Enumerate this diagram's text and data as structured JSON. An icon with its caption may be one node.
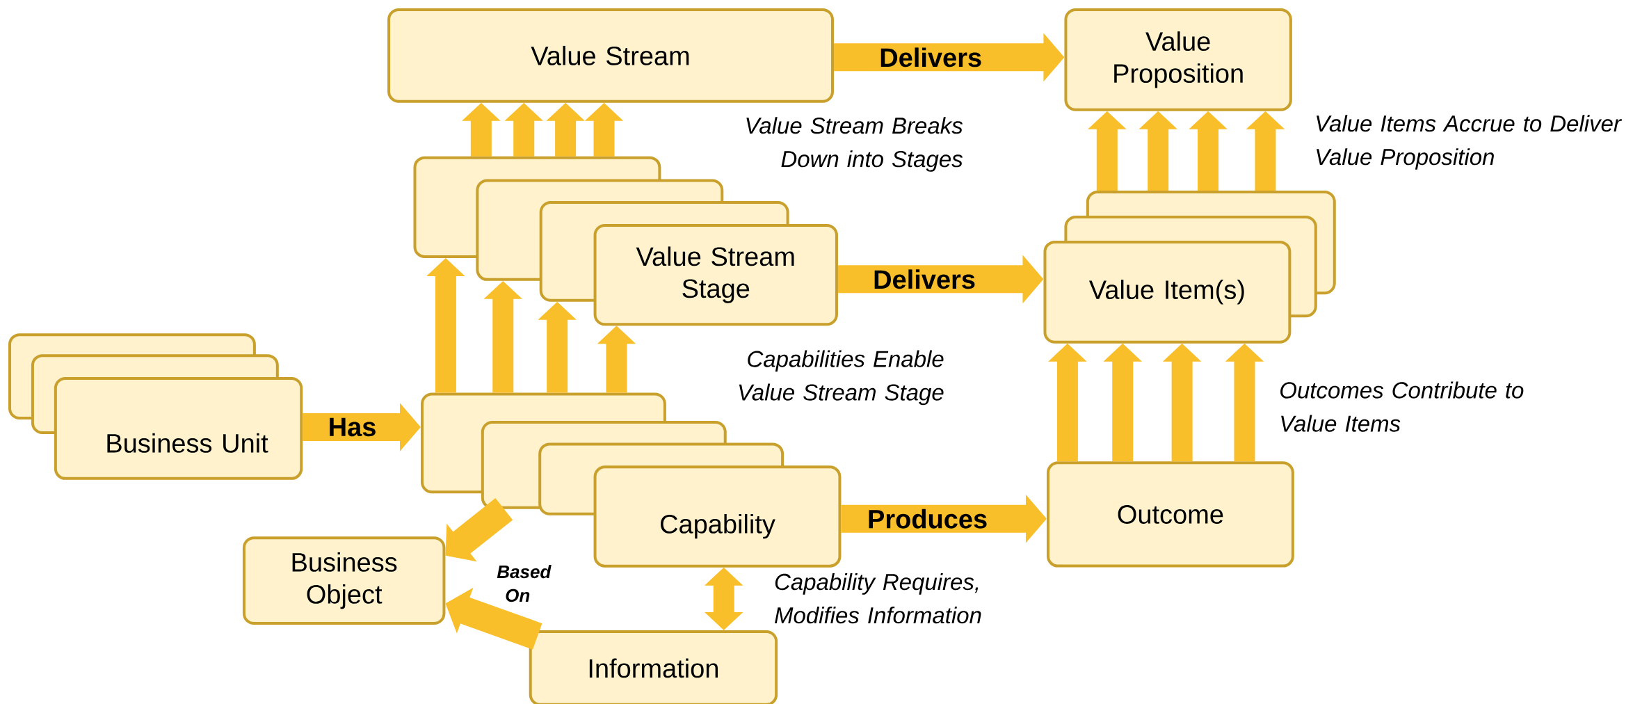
{
  "diagram": {
    "nodes": [
      {
        "text": [
          "Value Stream"
        ]
      },
      {
        "text": [
          "Value Proposition"
        ]
      },
      {
        "text": [],
        "shape": "box"
      },
      {
        "text": [],
        "shape": "box"
      },
      {
        "text": [],
        "shape": "box"
      },
      {
        "text": [
          "Value Stream Stage"
        ]
      },
      {
        "text": [],
        "shape": "box"
      },
      {
        "text": [],
        "shape": "box"
      },
      {
        "text": [
          "Value Item(s)"
        ]
      },
      {
        "text": [],
        "shape": "box"
      },
      {
        "text": [],
        "shape": "box"
      },
      {
        "text": [
          "Business Unit"
        ]
      },
      {
        "text": [],
        "shape": "box"
      },
      {
        "text": [],
        "shape": "box"
      },
      {
        "text": [],
        "shape": "box"
      },
      {
        "text": [
          "Capability"
        ]
      },
      {
        "text": [
          "Outcome"
        ]
      },
      {
        "text": [
          "Business Object"
        ]
      },
      {
        "text": [
          "Information"
        ]
      }
    ],
    "edges": [
      {
        "from": 0,
        "to": 1,
        "arrow": "to",
        "label": "Delivers"
      },
      {
        "from": 2,
        "to": 0,
        "arrow": "to"
      },
      {
        "from": 2,
        "to": 0,
        "arrow": "to"
      },
      {
        "from": 2,
        "to": 0,
        "arrow": "to"
      },
      {
        "from": 2,
        "to": 0,
        "arrow": "to"
      },
      {
        "from": 6,
        "to": 1,
        "arrow": "to"
      },
      {
        "from": 6,
        "to": 1,
        "arrow": "to"
      },
      {
        "from": 6,
        "to": 1,
        "arrow": "to"
      },
      {
        "from": 6,
        "to": 1,
        "arrow": "to"
      },
      {
        "from": 5,
        "to": 8,
        "arrow": "to",
        "label": "Delivers"
      },
      {
        "from": 12,
        "to": 2,
        "arrow": "to"
      },
      {
        "from": 12,
        "to": 3,
        "arrow": "to"
      },
      {
        "from": 12,
        "to": 4,
        "arrow": "to"
      },
      {
        "from": 12,
        "to": 5,
        "arrow": "to"
      },
      {
        "from": 11,
        "to": 12,
        "arrow": "to",
        "label": "Has"
      },
      {
        "from": 15,
        "to": 16,
        "arrow": "to",
        "label": "Produces"
      },
      {
        "from": 16,
        "to": 8,
        "arrow": "to"
      },
      {
        "from": 16,
        "to": 8,
        "arrow": "to"
      },
      {
        "from": 16,
        "to": 8,
        "arrow": "to"
      },
      {
        "from": 16,
        "to": 8,
        "arrow": "to"
      },
      {
        "from": 13,
        "to": 17,
        "arrow": "to"
      },
      {
        "from": 18,
        "to": 17,
        "arrow": "to"
      },
      {
        "from": 15,
        "to": 18,
        "arrow": "both"
      }
    ],
    "labels": [
      "Value Stream Breaks Down into Stages",
      "Value Items Accrue to Deliver Value Proposition",
      "Capabilities Enable Value Stream Stage",
      "Outcomes Contribute to Value Items",
      "Based On",
      "Capability Requires, Modifies Information"
    ]
  }
}
